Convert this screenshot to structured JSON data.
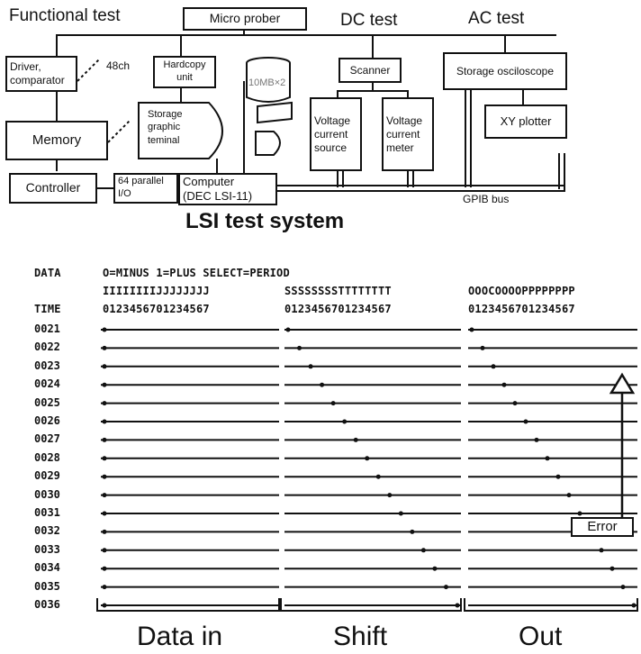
{
  "system": {
    "section_labels": {
      "functional_test": "Functional test",
      "dc_test": "DC test",
      "ac_test": "AC test"
    },
    "blocks": {
      "micro_prober": "Micro prober",
      "driver": "Driver,\ncomparator",
      "channels": "48ch",
      "memory": "Memory",
      "controller": "Controller",
      "parallel_io": "64 parallel\nI/O",
      "hardcopy": "Hardcopy\nunit",
      "storage_terminal": "Storage\ngraphic\nteminal",
      "disk": "10MB×2",
      "computer": "Computer\n(DEC LSI-11)",
      "scanner": "Scanner",
      "vc_source": "Voltage\ncurrent\nsource",
      "vc_meter": "Voltage\ncurrent\nmeter",
      "storage_osc": "Storage osciloscope",
      "xy_plotter": "XY plotter",
      "gpib": "GPIB bus"
    },
    "caption": "LSI test system"
  },
  "timing": {
    "header_data_label": "DATA",
    "header_legend": "O=MINUS 1=PLUS SELECT=PERIOD",
    "header_groups_row": [
      "IIIIIIIIJJJJJJJJ",
      "SSSSSSSSTTTTTTTT",
      "OOOCOOOOPPPPPPPP"
    ],
    "time_label": "TIME",
    "time_digits": [
      "0123456701234567",
      "0123456701234567",
      "0123456701234567"
    ],
    "rows": [
      "0021",
      "0022",
      "0023",
      "0024",
      "0025",
      "0026",
      "0027",
      "0028",
      "0029",
      "0030",
      "0031",
      "0032",
      "0033",
      "0034",
      "0035",
      "0036"
    ],
    "error_label": "Error",
    "group_labels": [
      "Data in",
      "Shift",
      "Out"
    ]
  }
}
